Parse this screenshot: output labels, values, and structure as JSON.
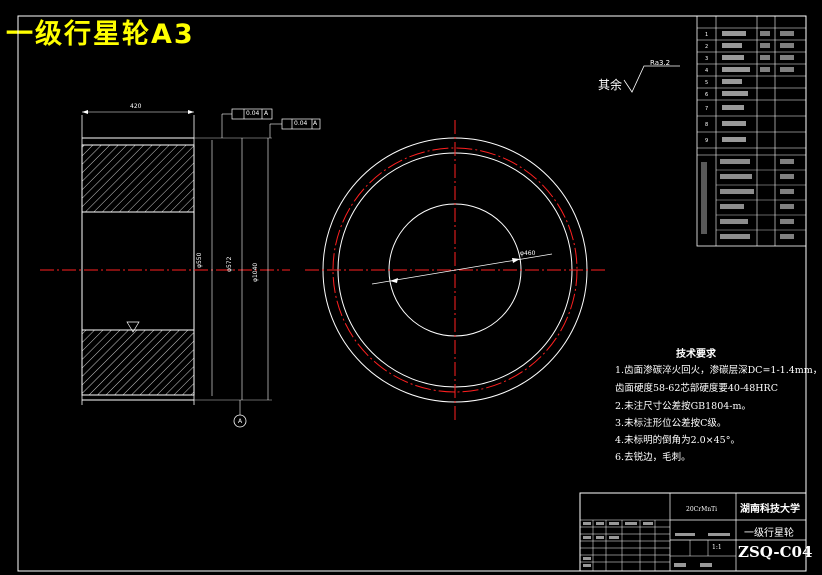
{
  "drawing_title": "一级行星轮A3",
  "roughness": {
    "prefix": "其余",
    "value": "Ra3.2"
  },
  "dimensions": {
    "width": "420",
    "tol_1": "0.04",
    "tol_1_ref": "A",
    "tol_2": "0.04",
    "tol_2_ref": "A",
    "d1": "φ550",
    "d2": "φ572",
    "d3": "φ1040",
    "d4": "φ460",
    "datum": "A"
  },
  "tech_requirements": {
    "title": "技术要求",
    "lines": [
      "1.齿面渗碳淬火回火，渗碳层深DC=1-1.4mm，",
      "  齿面硬度58-62芯部硬度要40-48HRC",
      "2.未注尺寸公差按GB1804-m。",
      "3.未标注形位公差按C级。",
      "4.未标明的倒角为2.0×45°。",
      "6.去锐边，毛刺。"
    ]
  },
  "title_block": {
    "school": "湖南科技大学",
    "part_name": "一级行星轮",
    "drawing_no": "ZSQ-C04",
    "material": "20CrMnTi",
    "scale": "1:1"
  },
  "param_table": {
    "rows": [
      [
        "1",
        "",
        "",
        ""
      ],
      [
        "2",
        "",
        "",
        ""
      ],
      [
        "3",
        "",
        "",
        ""
      ],
      [
        "4",
        "",
        "",
        ""
      ],
      [
        "5",
        "",
        "",
        ""
      ],
      [
        "6",
        "",
        "",
        ""
      ],
      [
        "7",
        "",
        "",
        ""
      ],
      [
        "8",
        "",
        "",
        ""
      ],
      [
        "9",
        "",
        "",
        ""
      ]
    ]
  }
}
